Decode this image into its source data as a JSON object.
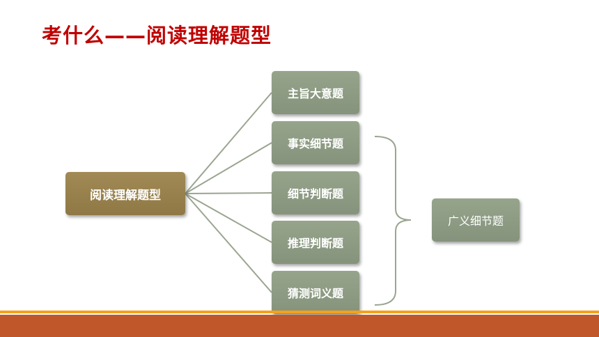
{
  "title": "考什么——阅读理解题型",
  "root": {
    "label": "阅读理解题型"
  },
  "children": [
    {
      "label": "主旨大意题"
    },
    {
      "label": "事实细节题"
    },
    {
      "label": "细节判断题"
    },
    {
      "label": "推理判断题"
    },
    {
      "label": "猜测词义题"
    }
  ],
  "group": {
    "label": "广义细节题"
  },
  "colors": {
    "title": "#c00000",
    "root_box": "#9a8450",
    "child_box": "#8e9c85",
    "connector": "#9aa590",
    "bar_thin": "#f3a21a",
    "bar_thick": "#c0572a"
  }
}
